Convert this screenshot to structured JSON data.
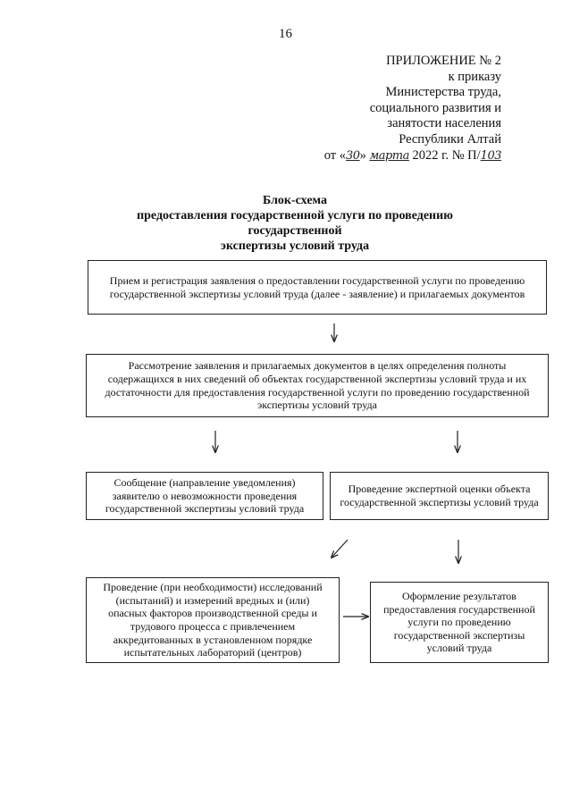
{
  "page_number": "16",
  "appendix": {
    "line1": "ПРИЛОЖЕНИЕ № 2",
    "line2": "к приказу",
    "line3": "Министерства труда,",
    "line4": "социального развития и",
    "line5": "занятости населения",
    "line6": "Республики Алтай",
    "date_prefix": "от «",
    "day": "30",
    "date_mid": "» ",
    "month": "марта",
    "date_suffix": " 2022 г. № П/",
    "number": "103"
  },
  "title": {
    "line1": "Блок-схема",
    "line2": "предоставления государственной услуги по проведению",
    "line3": "государственной",
    "line4": "экспертизы условий труда"
  },
  "flowchart": {
    "step1": "Прием и регистрация заявления о предоставлении государственной услуги по проведению государственной экспертизы условий труда (далее - заявление) и прилагаемых документов",
    "step2": "Рассмотрение заявления и прилагаемых документов в целях определения полноты содержащихся в них сведений об объектах государственной экспертизы условий труда и их достаточности для предоставления государственной услуги по проведению государственной экспертизы условий труда",
    "step3_left": "Сообщение (направление уведомления) заявителю о невозможности проведения государственной экспертизы условий труда",
    "step3_right": "Проведение экспертной оценки объекта государственной экспертизы условий труда",
    "step4_left": "Проведение (при необходимости) исследований (испытаний) и измерений вредных и (или) опасных факторов производственной среды и трудового процесса с привлечением аккредитованных в установленном порядке испытательных лабораторий (центров)",
    "step4_right": "Оформление результатов предоставления государственной услуги по проведению государственной экспертизы условий труда"
  }
}
